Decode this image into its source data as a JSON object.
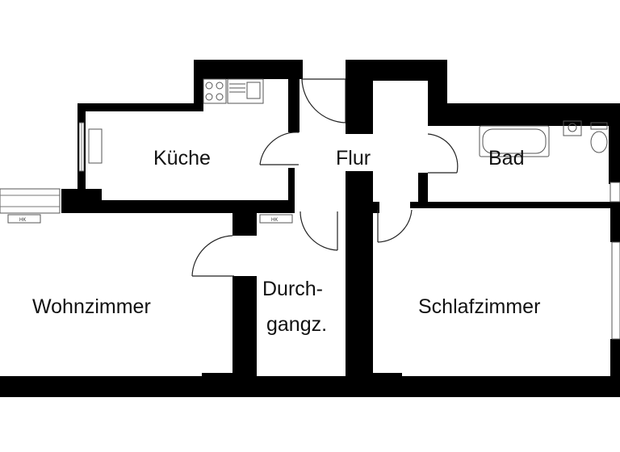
{
  "plan": {
    "rooms": [
      {
        "key": "kueche",
        "label": "Küche"
      },
      {
        "key": "flur",
        "label": "Flur"
      },
      {
        "key": "bad",
        "label": "Bad"
      },
      {
        "key": "wohnzimmer",
        "label": "Wohnzimmer"
      },
      {
        "key": "durchgang_line1",
        "label": "Durch-"
      },
      {
        "key": "durchgang_line2",
        "label": "gangz."
      },
      {
        "key": "schlafzimmer",
        "label": "Schlafzimmer"
      }
    ],
    "radiator_label": "HK",
    "colors": {
      "wall": "#000000",
      "floor": "#ffffff",
      "fixture": "#555555"
    }
  }
}
